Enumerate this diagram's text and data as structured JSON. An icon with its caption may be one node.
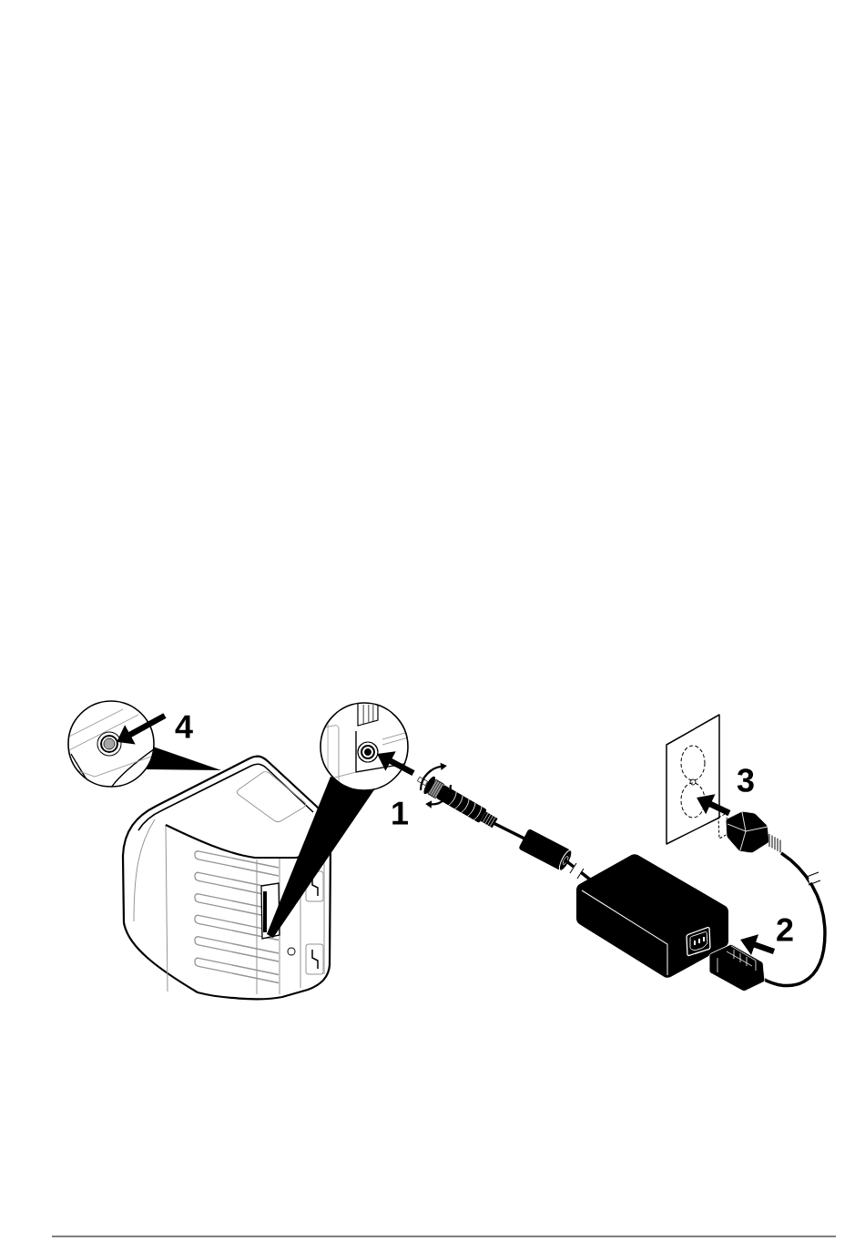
{
  "diagram": {
    "labels": [
      "4",
      "3",
      "1",
      "2"
    ]
  }
}
